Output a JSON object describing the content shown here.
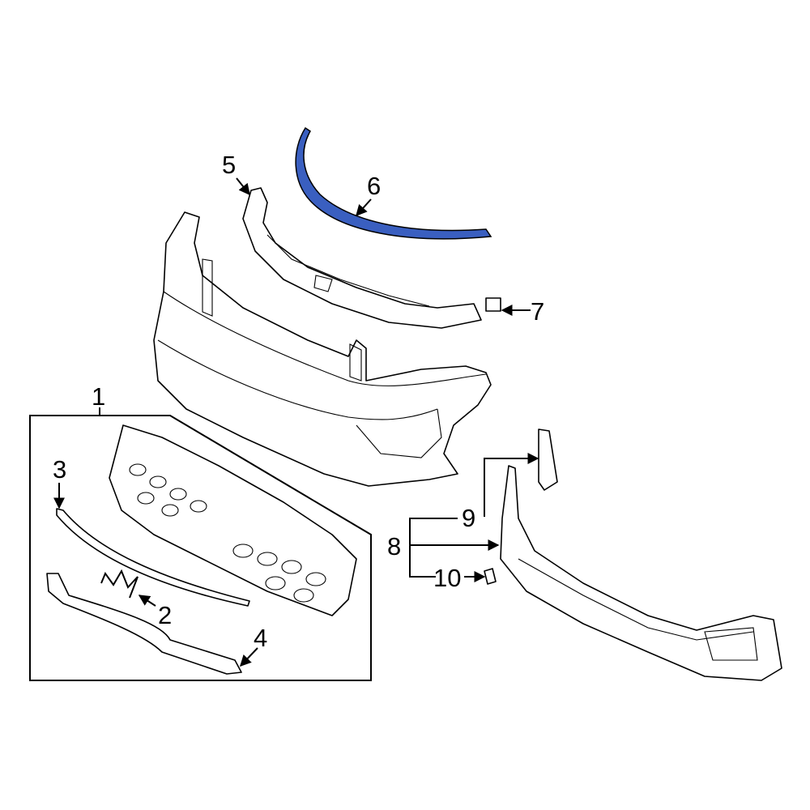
{
  "diagram": {
    "highlight_color": "#3a5fc0",
    "callouts": [
      {
        "id": "1",
        "label": "1"
      },
      {
        "id": "2",
        "label": "2"
      },
      {
        "id": "3",
        "label": "3"
      },
      {
        "id": "4",
        "label": "4"
      },
      {
        "id": "5",
        "label": "5"
      },
      {
        "id": "6",
        "label": "6",
        "highlighted": true
      },
      {
        "id": "7",
        "label": "7"
      },
      {
        "id": "8",
        "label": "8"
      },
      {
        "id": "9",
        "label": "9"
      },
      {
        "id": "10",
        "label": "10"
      }
    ]
  }
}
